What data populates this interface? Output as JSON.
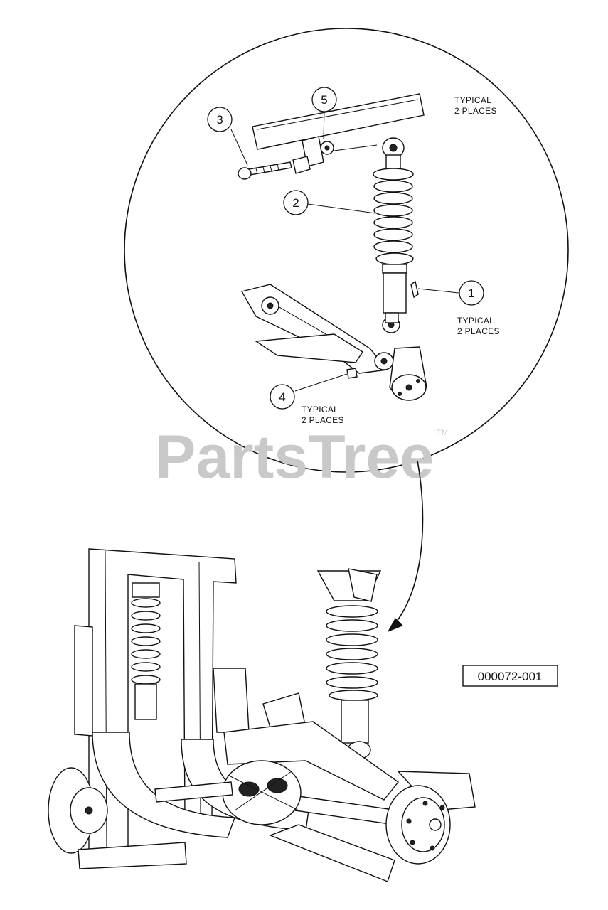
{
  "callouts": [
    {
      "id": "c1",
      "label": "1"
    },
    {
      "id": "c2",
      "label": "2"
    },
    {
      "id": "c3",
      "label": "3"
    },
    {
      "id": "c4",
      "label": "4"
    },
    {
      "id": "c5",
      "label": "5"
    }
  ],
  "notes": {
    "top_right": [
      "TYPICAL",
      "2 PLACES"
    ],
    "right_mid": [
      "TYPICAL",
      "2 PLACES"
    ],
    "bottom_left": [
      "TYPICAL",
      "2 PLACES"
    ]
  },
  "watermark": {
    "text": "PartsTree",
    "tm": "TM"
  },
  "reference_code": "000072-001"
}
